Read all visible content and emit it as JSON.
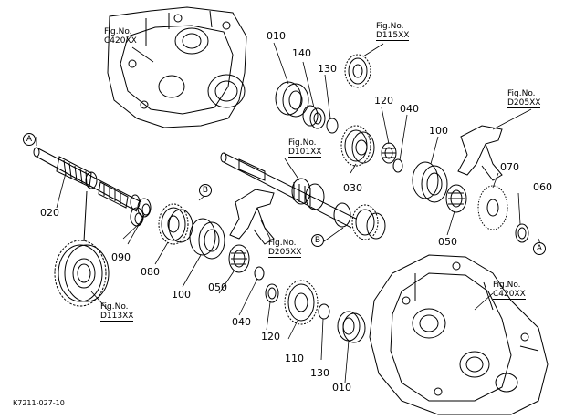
{
  "parts": {
    "p010_top": "010",
    "p140": "140",
    "p130_top": "130",
    "p120_top": "120",
    "p040_top": "040",
    "p100_right": "100",
    "p070": "070",
    "p060": "060",
    "p030": "030",
    "p050_right": "050",
    "p020": "020",
    "p090": "090",
    "p080": "080",
    "p100_mid": "100",
    "p050_mid": "050",
    "p040_mid": "040",
    "p120_mid": "120",
    "p110": "110",
    "p130_bot": "130",
    "p010_bot": "010"
  },
  "figrefs": {
    "c420_top": {
      "label": "Fig.No.",
      "num": "C420XX"
    },
    "d115": {
      "label": "Fig.No.",
      "num": "D115XX"
    },
    "d205_right": {
      "label": "Fig.No.",
      "num": "D205XX"
    },
    "d101": {
      "label": "Fig.No.",
      "num": "D101XX"
    },
    "d205_mid": {
      "label": "Fig.No.",
      "num": "D205XX"
    },
    "d113": {
      "label": "Fig.No.",
      "num": "D113XX"
    },
    "c420_bot": {
      "label": "Fig.No.",
      "num": "C420XX"
    }
  },
  "markers": {
    "a_left": "A",
    "b_mid": "B",
    "b_center": "B",
    "a_right": "A"
  },
  "drawing_code": "K7211-027-10"
}
